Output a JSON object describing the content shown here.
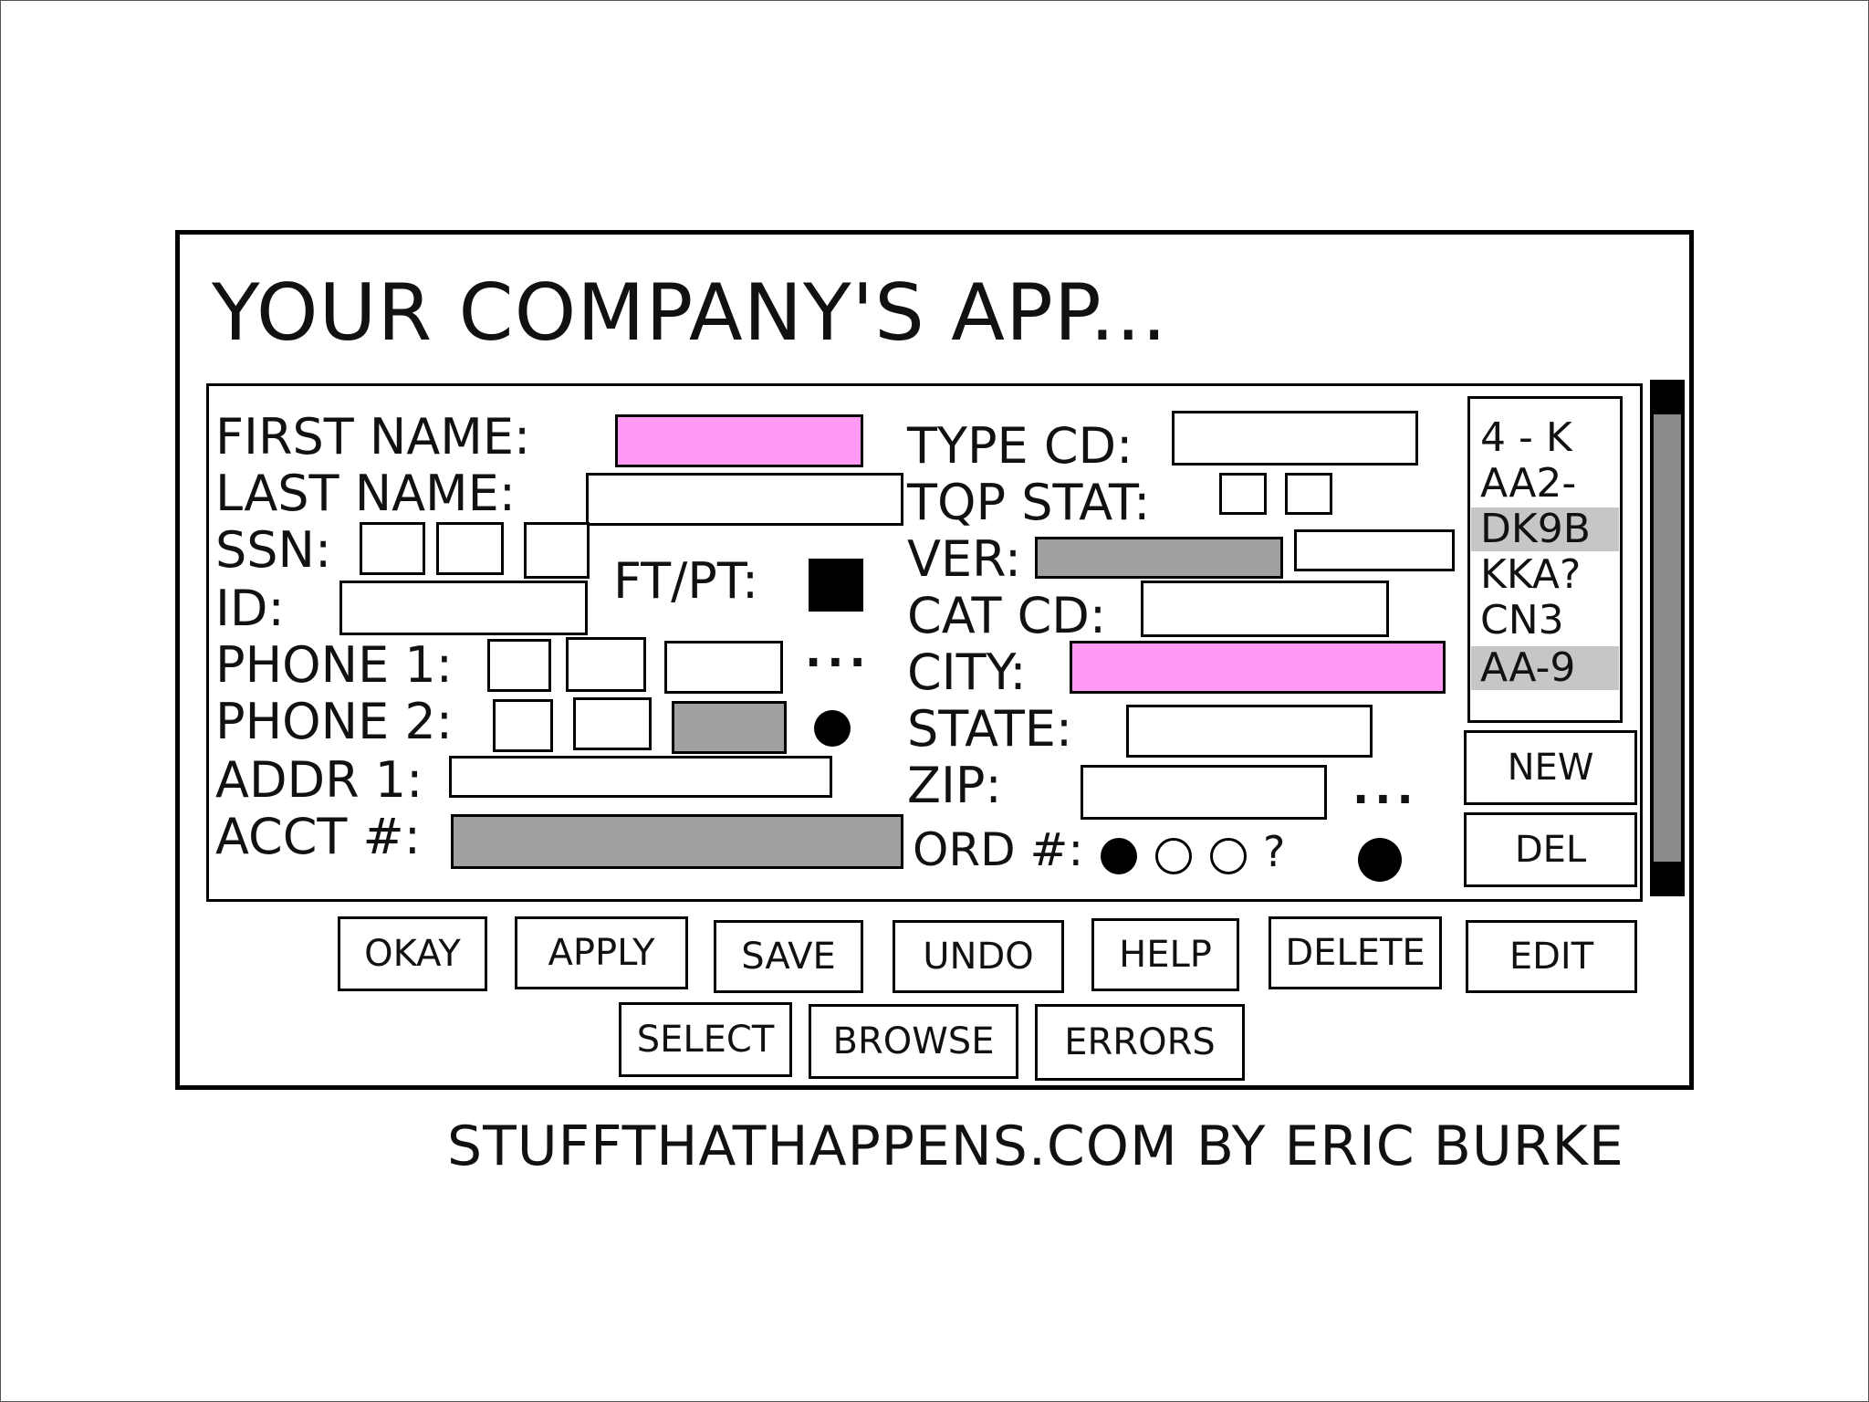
{
  "app": {
    "title": "YOUR COMPANY'S APP..."
  },
  "form": {
    "first_name_label": "FIRST NAME:",
    "last_name_label": "LAST NAME:",
    "ssn_label": "SSN:",
    "id_label": "ID:",
    "ftpt_label": "FT/PT:",
    "phone1_label": "PHONE 1:",
    "phone2_label": "PHONE 2:",
    "addr1_label": "ADDR 1:",
    "acct_label": "ACCT #:",
    "type_cd_label": "TYPE CD:",
    "tqp_stat_label": "TQP STAT:",
    "ver_label": "VER:",
    "cat_cd_label": "CAT CD:",
    "city_label": "CITY:",
    "state_label": "STATE:",
    "zip_label": "ZIP:",
    "ord_label": "ORD #:",
    "ord_question": "?",
    "ellipsis": "..."
  },
  "list": {
    "items": [
      {
        "label": "4 - K",
        "selected": false
      },
      {
        "label": "AA2-",
        "selected": false
      },
      {
        "label": "DK9B",
        "selected": true
      },
      {
        "label": "KKA?",
        "selected": false
      },
      {
        "label": "CN3",
        "selected": false
      },
      {
        "label": "AA-9",
        "selected": true
      }
    ],
    "new_label": "NEW",
    "del_label": "DEL"
  },
  "buttons": {
    "row1": [
      "OKAY",
      "APPLY",
      "SAVE",
      "UNDO",
      "HELP",
      "DELETE",
      "EDIT"
    ],
    "row2": [
      "SELECT",
      "BROWSE",
      "ERRORS"
    ]
  },
  "credit": "STUFFTHATHAPPENS.COM BY ERIC BURKE",
  "colors": {
    "highlight_field": "#ff99f5",
    "disabled_field": "#a0a0a0",
    "list_selection": "#c6c6c6"
  }
}
